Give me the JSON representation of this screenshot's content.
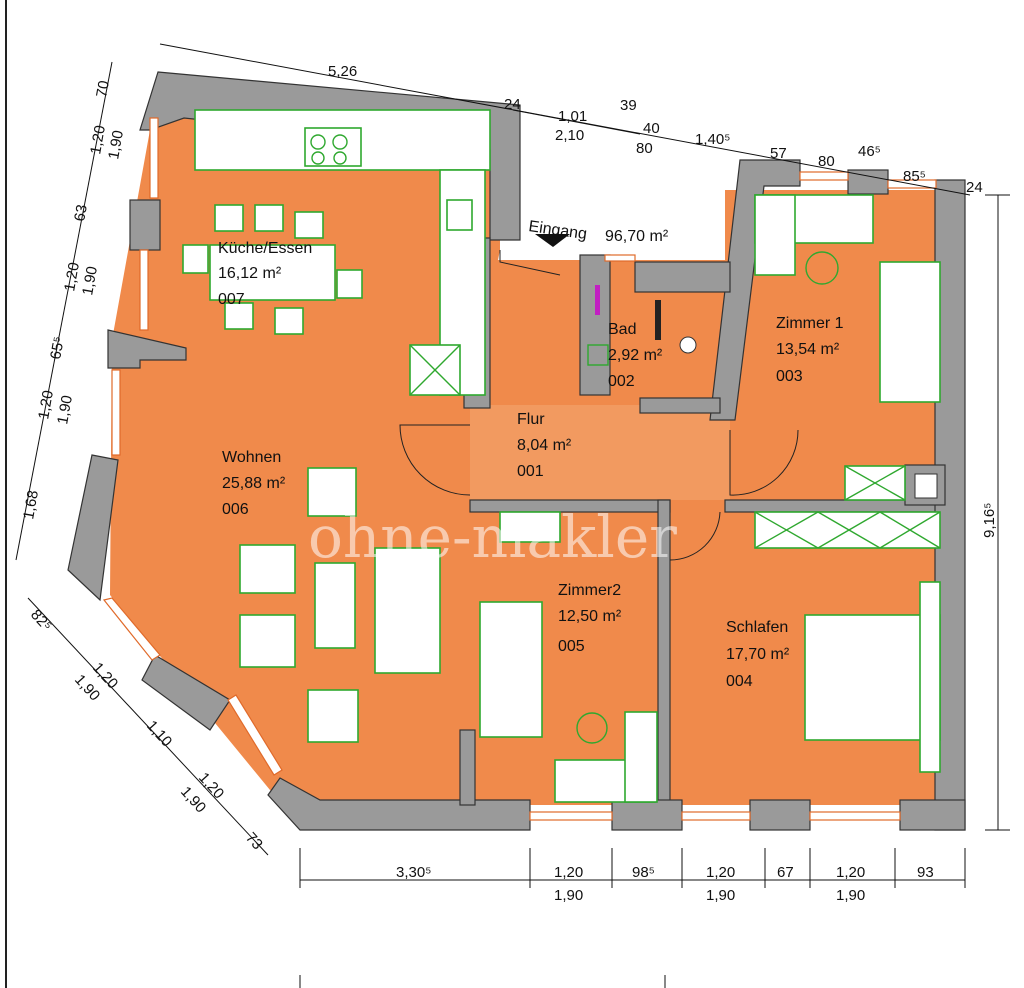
{
  "rooms": [
    {
      "name": "Küche/Essen",
      "area": "16,12 m²",
      "number": "007"
    },
    {
      "name": "Wohnen",
      "area": "25,88 m²",
      "number": "006"
    },
    {
      "name": "Flur",
      "area": "8,04 m²",
      "number": "001"
    },
    {
      "name": "Bad",
      "area": "2,92 m²",
      "number": "002"
    },
    {
      "name": "Zimmer 1",
      "area": "13,54 m²",
      "number": "003"
    },
    {
      "name": "Zimmer2",
      "area": "12,50 m²",
      "number": "005"
    },
    {
      "name": "Schlafen",
      "area": "17,70 m²",
      "number": "004"
    }
  ],
  "entrance": {
    "label": "Eingang",
    "total_area": "96,70 m²"
  },
  "watermark": "ohne-makler",
  "dimensions": {
    "top": [
      "5,26",
      "24",
      "1,01",
      "2,10",
      "39",
      "40",
      "80",
      "1,40⁵",
      "57",
      "80",
      "46⁵",
      "85⁵",
      "24"
    ],
    "left": [
      "70",
      "1,20",
      "1,90",
      "63",
      "1,20",
      "1,90",
      "65⁵",
      "1,20",
      "1,90",
      "1,68"
    ],
    "diagonal": [
      "82⁵",
      "1,20",
      "1,90",
      "1,10",
      "1,20",
      "1,90",
      "73"
    ],
    "bottom": [
      "3,30⁵",
      "1,20",
      "1,90",
      "98⁵",
      "1,20",
      "1,90",
      "67",
      "1,20",
      "1,90",
      "93"
    ],
    "right": [
      "9,16⁵"
    ]
  },
  "colors": {
    "floor": "#f08a4b",
    "wall": "#9a9a9a",
    "furniture": "#2fa82f"
  }
}
